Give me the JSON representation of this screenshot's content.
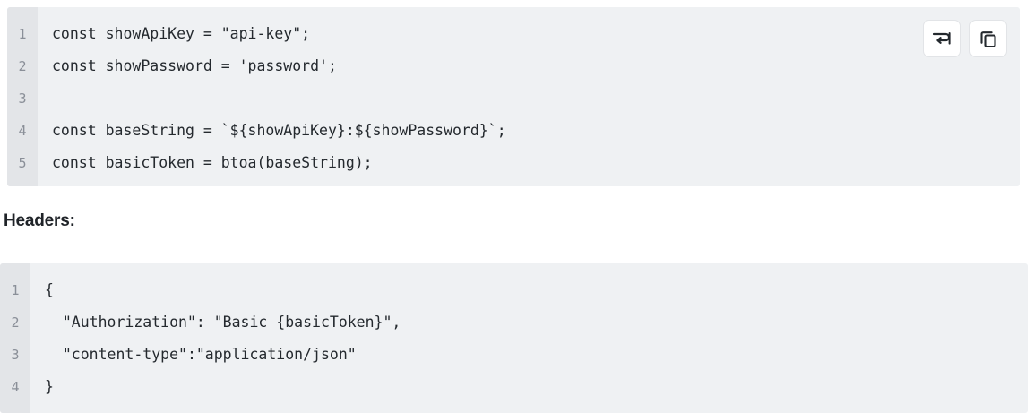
{
  "page": {
    "background_color": "#ffffff"
  },
  "code_blocks": [
    {
      "name": "basic-auth-snippet",
      "language": "javascript",
      "background_color": "#eff1f3",
      "gutter_color": "#e3e5e8",
      "line_number_color": "#8a8f98",
      "text_color": "#24292e",
      "lines": [
        {
          "number": "1",
          "text": "const showApiKey = \"api-key\";"
        },
        {
          "number": "2",
          "text": "const showPassword = 'password';"
        },
        {
          "number": "3",
          "text": ""
        },
        {
          "number": "4",
          "text": "const baseString = `${showApiKey}:${showPassword}`;"
        },
        {
          "number": "5",
          "text": "const basicToken = btoa(baseString);"
        }
      ],
      "actions": [
        {
          "icon": "word-wrap-icon",
          "label": "Toggle word wrap"
        },
        {
          "icon": "copy-icon",
          "label": "Copy code"
        }
      ]
    },
    {
      "name": "headers-snippet",
      "language": "json",
      "background_color": "#eff1f3",
      "gutter_color": "#e3e5e8",
      "line_number_color": "#8a8f98",
      "text_color": "#24292e",
      "lines": [
        {
          "number": "1",
          "text": "{"
        },
        {
          "number": "2",
          "text": "  \"Authorization\": \"Basic {basicToken}\","
        },
        {
          "number": "3",
          "text": "  \"content-type\":\"application/json\""
        },
        {
          "number": "4",
          "text": "}"
        }
      ],
      "actions": []
    }
  ],
  "headings": {
    "headers_label": "Headers:"
  }
}
